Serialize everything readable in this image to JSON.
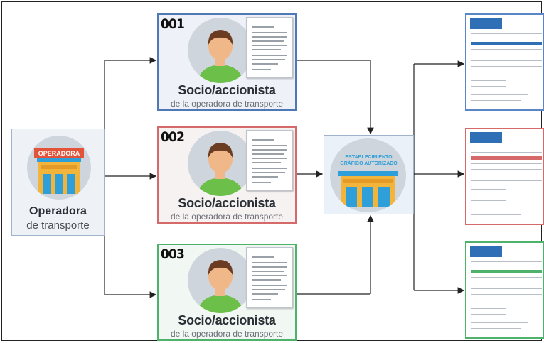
{
  "operadora": {
    "badge": "OPERADORA",
    "title": "Operadora",
    "subtitle": "de transporte"
  },
  "socios": [
    {
      "number": "001",
      "title": "Socio/accionista",
      "subtitle": "de la operadora de transporte",
      "color": "#4f79b6"
    },
    {
      "number": "002",
      "title": "Socio/accionista",
      "subtitle": "de la operadora de transporte",
      "color": "#d66a6a"
    },
    {
      "number": "003",
      "title": "Socio/accionista",
      "subtitle": "de la operadora de transporte",
      "color": "#4fb26b"
    }
  ],
  "establecimiento": {
    "line1": "ESTABLECIMIENTO",
    "line2": "GRÁFICO AUTORIZADO"
  },
  "invoices": [
    {
      "color": "#5a86c8"
    },
    {
      "color": "#d66a6a"
    },
    {
      "color": "#4fb26b"
    }
  ],
  "colors": {
    "arrow": "#222222",
    "avatar_shirt": "#6cc04a",
    "skin": "#f0b888",
    "hair": "#6b3b22",
    "building": "#f2b43a",
    "awning": "#2e9fd8",
    "red_sign": "#e2533a"
  }
}
